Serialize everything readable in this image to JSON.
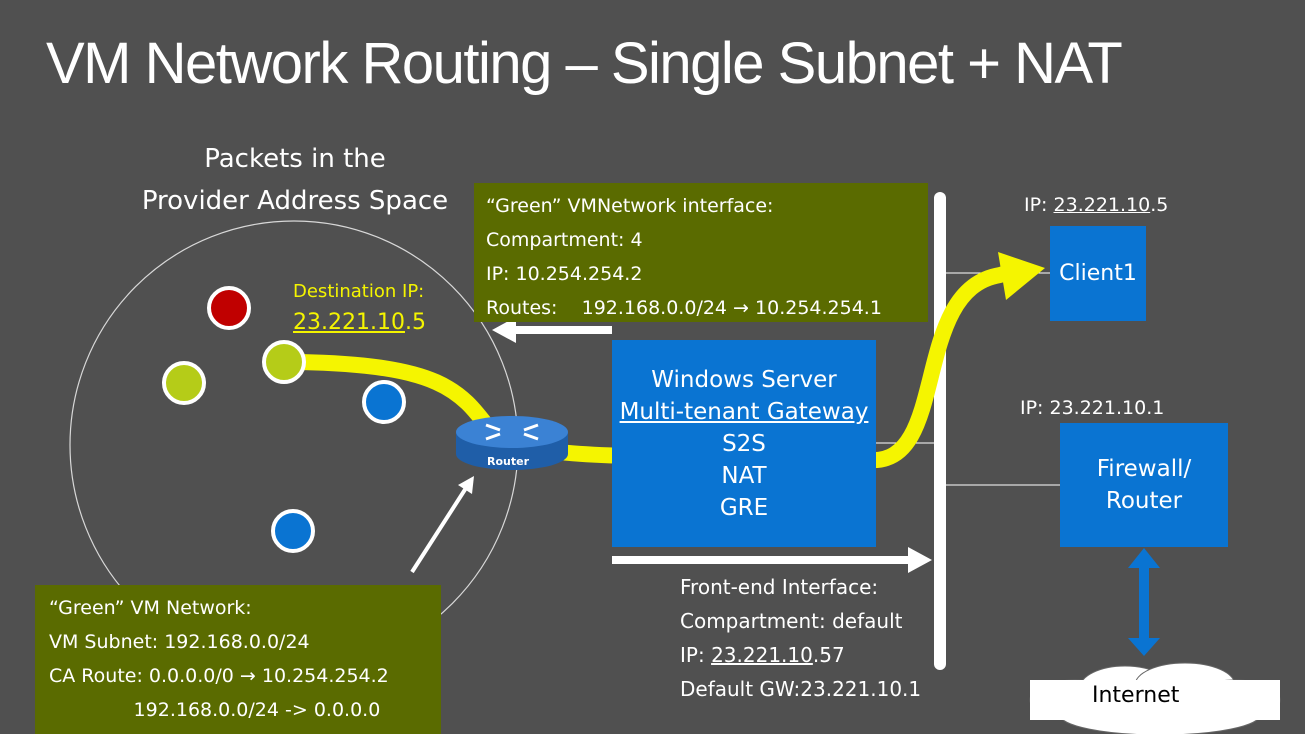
{
  "slide": {
    "title": "VM Network Routing – Single Subnet + NAT"
  },
  "provider_space": {
    "label_line1": "Packets in the",
    "label_line2": "Provider Address Space"
  },
  "destination": {
    "label": "Destination IP:",
    "ip_underlined": "23.221.10",
    "ip_suffix": ".5"
  },
  "green_interface": {
    "line1": "“Green” VMNetwork interface:",
    "line2": "Compartment: 4",
    "line3": "IP: 10.254.254.2",
    "line4": "Routes:    192.168.0.0/24 → 10.254.254.1"
  },
  "green_vm_network": {
    "line1": "“Green” VM Network:",
    "line2": "VM Subnet: 192.168.0.0/24",
    "line3": "CA Route: 0.0.0.0/0 → 10.254.254.2",
    "line4": "              192.168.0.0/24 -> 0.0.0.0"
  },
  "router": {
    "label": "Router"
  },
  "gateway": {
    "line1": "Windows Server",
    "line2": "Multi-tenant Gateway",
    "line3": "S2S",
    "line4": "NAT",
    "line5": "GRE"
  },
  "client": {
    "ip_prefix": "IP: ",
    "ip_underlined": "23.221.10",
    "ip_suffix": ".5",
    "label": "Client1"
  },
  "firewall": {
    "ip_label": "IP: 23.221.10.1",
    "line1": "Firewall/",
    "line2": "Router"
  },
  "frontend": {
    "line1": "Front-end Interface:",
    "line2": "Compartment: default",
    "line3_prefix": "IP: ",
    "line3_underlined": "23.221.10",
    "line3_suffix": ".57",
    "line4": "Default GW:23.221.10.1"
  },
  "internet": {
    "label": "Internet"
  },
  "colors": {
    "background": "#505050",
    "blue_box": "#0a74d2",
    "green_box": "#5a6b00",
    "packet_path": "#f5f500",
    "vm_red": "#c00000",
    "vm_green": "#b5cc18",
    "vm_blue": "#0a74d2"
  },
  "icons": {
    "vm_dots": [
      "vm-red-icon",
      "vm-green-icon",
      "vm-green-icon",
      "vm-blue-icon",
      "vm-blue-icon"
    ],
    "router": "router-icon",
    "cloud": "cloud-icon"
  }
}
